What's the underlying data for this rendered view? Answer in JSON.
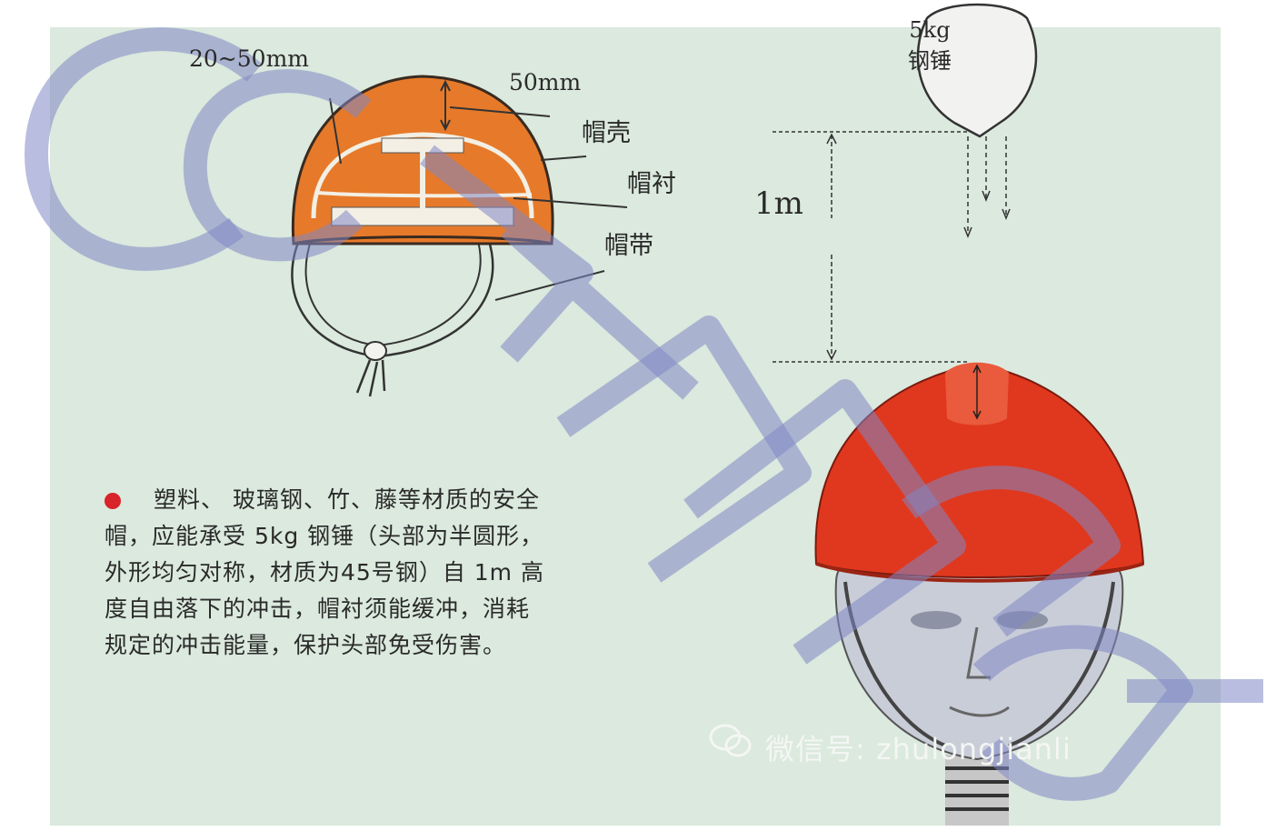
{
  "labels": {
    "dim_top": "20~50mm",
    "dim_gap": "50mm",
    "shell": "帽壳",
    "lining": "帽衬",
    "strap": "帽带",
    "height": "1m"
  },
  "hammer": {
    "weight": "5kg",
    "name": "钢锤"
  },
  "description": {
    "lines": [
      "塑料、 玻璃钢、竹、藤等材质的安全",
      "帽，应能承受 5kg 钢锤（头部为半圆形，",
      "外形均匀对称，材质为45号钢）自 1m 高",
      "度自由落下的冲击，帽衬须能缓冲，消耗",
      "规定的冲击能量，保护头部免受伤害。"
    ]
  },
  "watermark": {
    "wechat": "微信号: zhulongjianli",
    "logo": "CCTAI"
  },
  "colors": {
    "background": "#dbe9de",
    "helmet_orange": "#e67a2a",
    "helmet_red": "#e0381e",
    "bullet_red": "#d8232a",
    "watermark_blue": "#7f86c4"
  }
}
